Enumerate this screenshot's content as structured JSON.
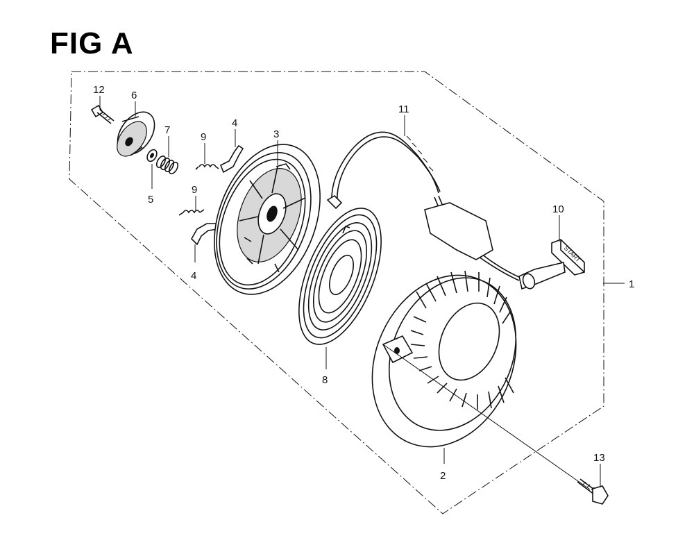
{
  "figure": {
    "title": "FIG A"
  },
  "callouts": [
    {
      "id": "c1",
      "label": "1"
    },
    {
      "id": "c2",
      "label": "2"
    },
    {
      "id": "c3",
      "label": "3"
    },
    {
      "id": "c4a",
      "label": "4"
    },
    {
      "id": "c4b",
      "label": "4"
    },
    {
      "id": "c5",
      "label": "5"
    },
    {
      "id": "c6",
      "label": "6"
    },
    {
      "id": "c7",
      "label": "7"
    },
    {
      "id": "c8",
      "label": "8"
    },
    {
      "id": "c9a",
      "label": "9"
    },
    {
      "id": "c9b",
      "label": "9"
    },
    {
      "id": "c10",
      "label": "10"
    },
    {
      "id": "c11",
      "label": "11"
    },
    {
      "id": "c12",
      "label": "12"
    },
    {
      "id": "c13",
      "label": "13"
    }
  ],
  "handle": {
    "imprint": "START"
  }
}
